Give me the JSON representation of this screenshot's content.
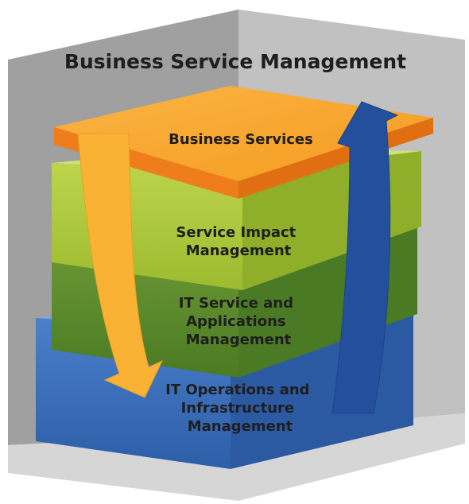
{
  "title": "Business Service Management",
  "layers": [
    {
      "name": "Business Services",
      "lines": [
        "Business Services"
      ],
      "color": "#f7921e"
    },
    {
      "name": "Service Impact Management",
      "lines": [
        "Service Impact",
        "Management"
      ],
      "color": "#a9c43a"
    },
    {
      "name": "IT Service and Applications Management",
      "lines": [
        "IT Service and",
        "Applications",
        "Management"
      ],
      "color": "#5e8b2b"
    },
    {
      "name": "IT Operations and Infrastructure Management",
      "lines": [
        "IT Operations and",
        "Infrastructure",
        "Management"
      ],
      "color": "#3a6cb4"
    }
  ],
  "arrows": [
    {
      "name": "top-down-arrow",
      "direction": "down",
      "color": "#f9b233"
    },
    {
      "name": "bottom-up-arrow",
      "direction": "up",
      "color": "#244f9d"
    }
  ],
  "colors": {
    "wall_left": "#9a9a9a",
    "wall_right": "#bdbdbd",
    "floor": "#d2d2d2"
  }
}
